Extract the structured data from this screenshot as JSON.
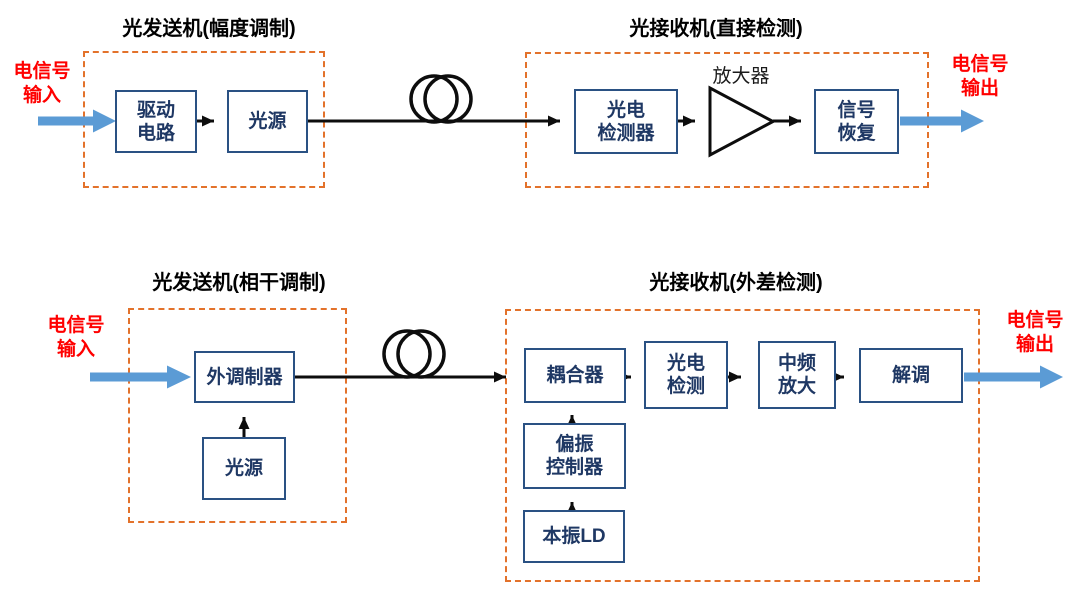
{
  "colors": {
    "group_box_orange": "#e3722b",
    "block_border_navy": "#2a5183",
    "block_text_navy": "#1f3864",
    "io_arrow_blue": "#5b9bd5",
    "io_text_red": "#ff0000",
    "signal_line_black": "#0d0d0d"
  },
  "top": {
    "transmitter_title": "光发送机(幅度调制)",
    "receiver_title": "光接收机(直接检测)",
    "input_label": "电信号\n输入",
    "output_label": "电信号\n输出",
    "blocks": {
      "drive": "驱动\n电路",
      "source": "光源",
      "detector": "光电\n检测器",
      "amplifier": "放大器",
      "recovery": "信号\n恢复"
    }
  },
  "bottom": {
    "transmitter_title": "光发送机(相干调制)",
    "receiver_title": "光接收机(外差检测)",
    "input_label": "电信号\n输入",
    "output_label": "电信号\n输出",
    "blocks": {
      "modulator": "外调制器",
      "source": "光源",
      "coupler": "耦合器",
      "detector": "光电\n检测",
      "if_amp": "中频\n放大",
      "demod": "解调",
      "polarization": "偏振\n控制器",
      "local_osc": "本振LD"
    }
  }
}
